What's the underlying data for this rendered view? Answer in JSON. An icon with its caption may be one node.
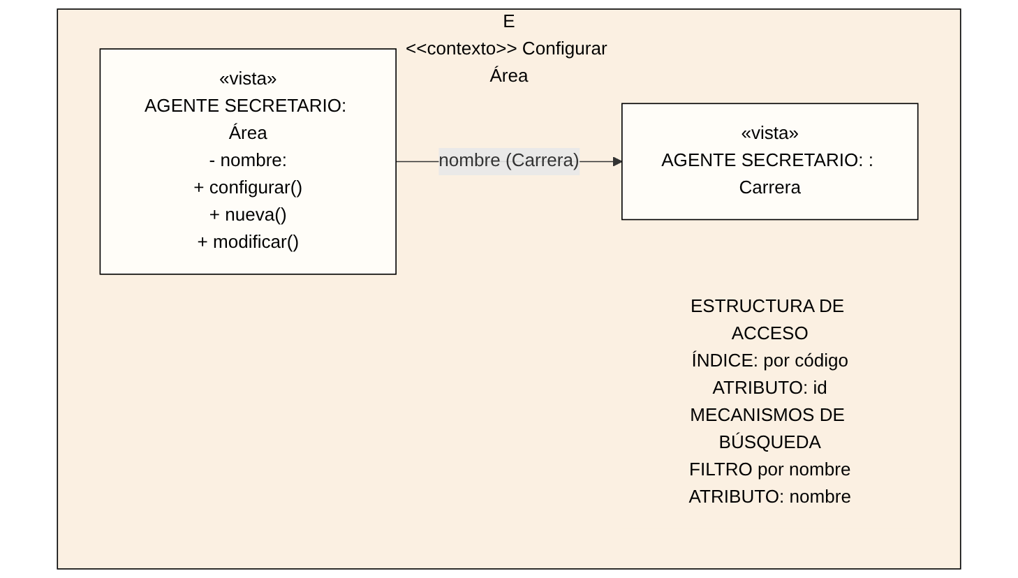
{
  "diagram": {
    "nodes": [
      {
        "text": [
          "E",
          "<<contexto>> Configurar Área"
        ]
      },
      {
        "text": [
          "«vista»",
          "AGENTE SECRETARIO: Área",
          "- nombre:",
          "+ configurar()",
          "+ nueva()",
          "+ modificar()"
        ],
        "in": 0
      },
      {
        "text": [
          "«vista»",
          "AGENTE SECRETARIO: : Carrera"
        ],
        "in": 0
      },
      {
        "text": [
          "ESTRUCTURA DE ACCESO",
          "ÍNDICE: por código",
          "ATRIBUTO: id",
          "MECANISMOS DE BÚSQUEDA",
          "FILTRO por nombre",
          "ATRIBUTO: nombre"
        ],
        "in": 0
      }
    ],
    "edges": [
      {
        "from": 1,
        "to": 2,
        "arrow": "to",
        "label": "nombre (Carrera)"
      }
    ]
  }
}
